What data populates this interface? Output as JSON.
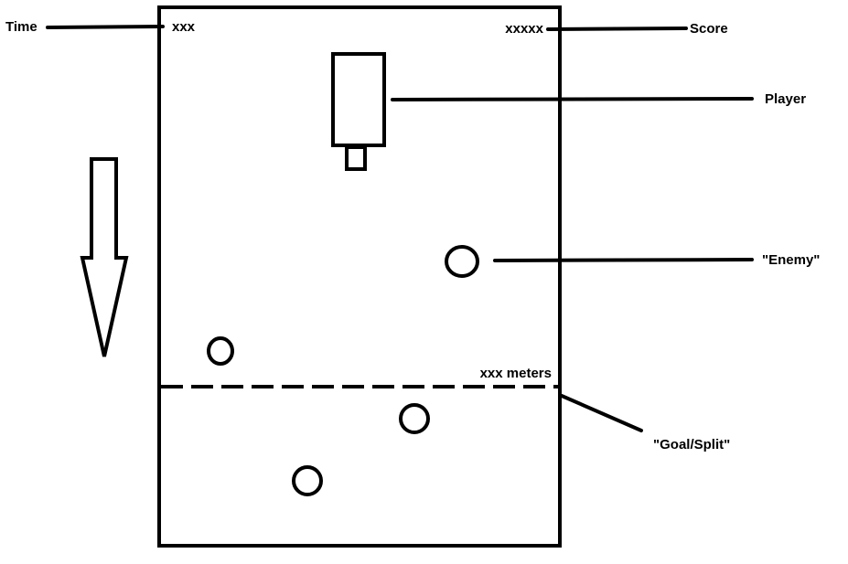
{
  "hud": {
    "time_label": "Time",
    "time_value": "xxx",
    "score_label": "Score",
    "score_value": "xxxxx",
    "distance_value": "xxx meters"
  },
  "annotations": {
    "player": "Player",
    "enemy": "\"Enemy\"",
    "goal": "\"Goal/Split\""
  },
  "colors": {
    "ink": "#000000",
    "background": "#ffffff"
  }
}
